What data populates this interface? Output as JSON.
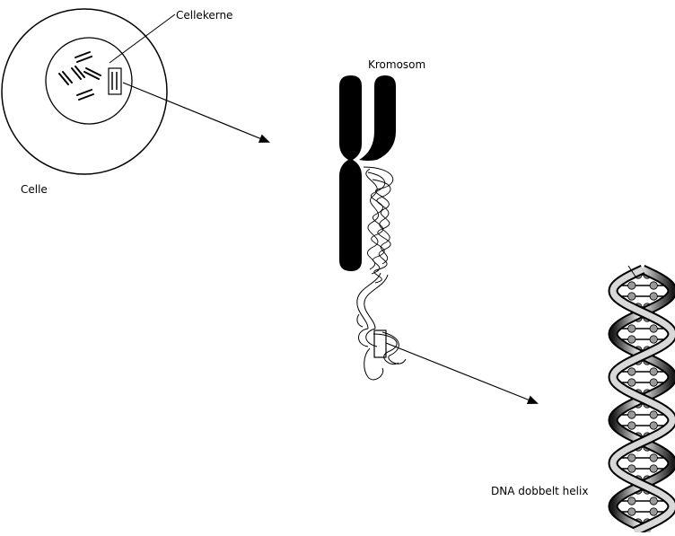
{
  "labels": {
    "nucleus": "Cellekerne",
    "chromosome": "Kromosom",
    "cell": "Celle",
    "dna": "DNA dobbelt helix"
  },
  "colors": {
    "ink": "#000000",
    "helix_light": "#d8d8d8",
    "helix_dark": "#1a1a1a",
    "base_ball": "#9a9a9a"
  }
}
